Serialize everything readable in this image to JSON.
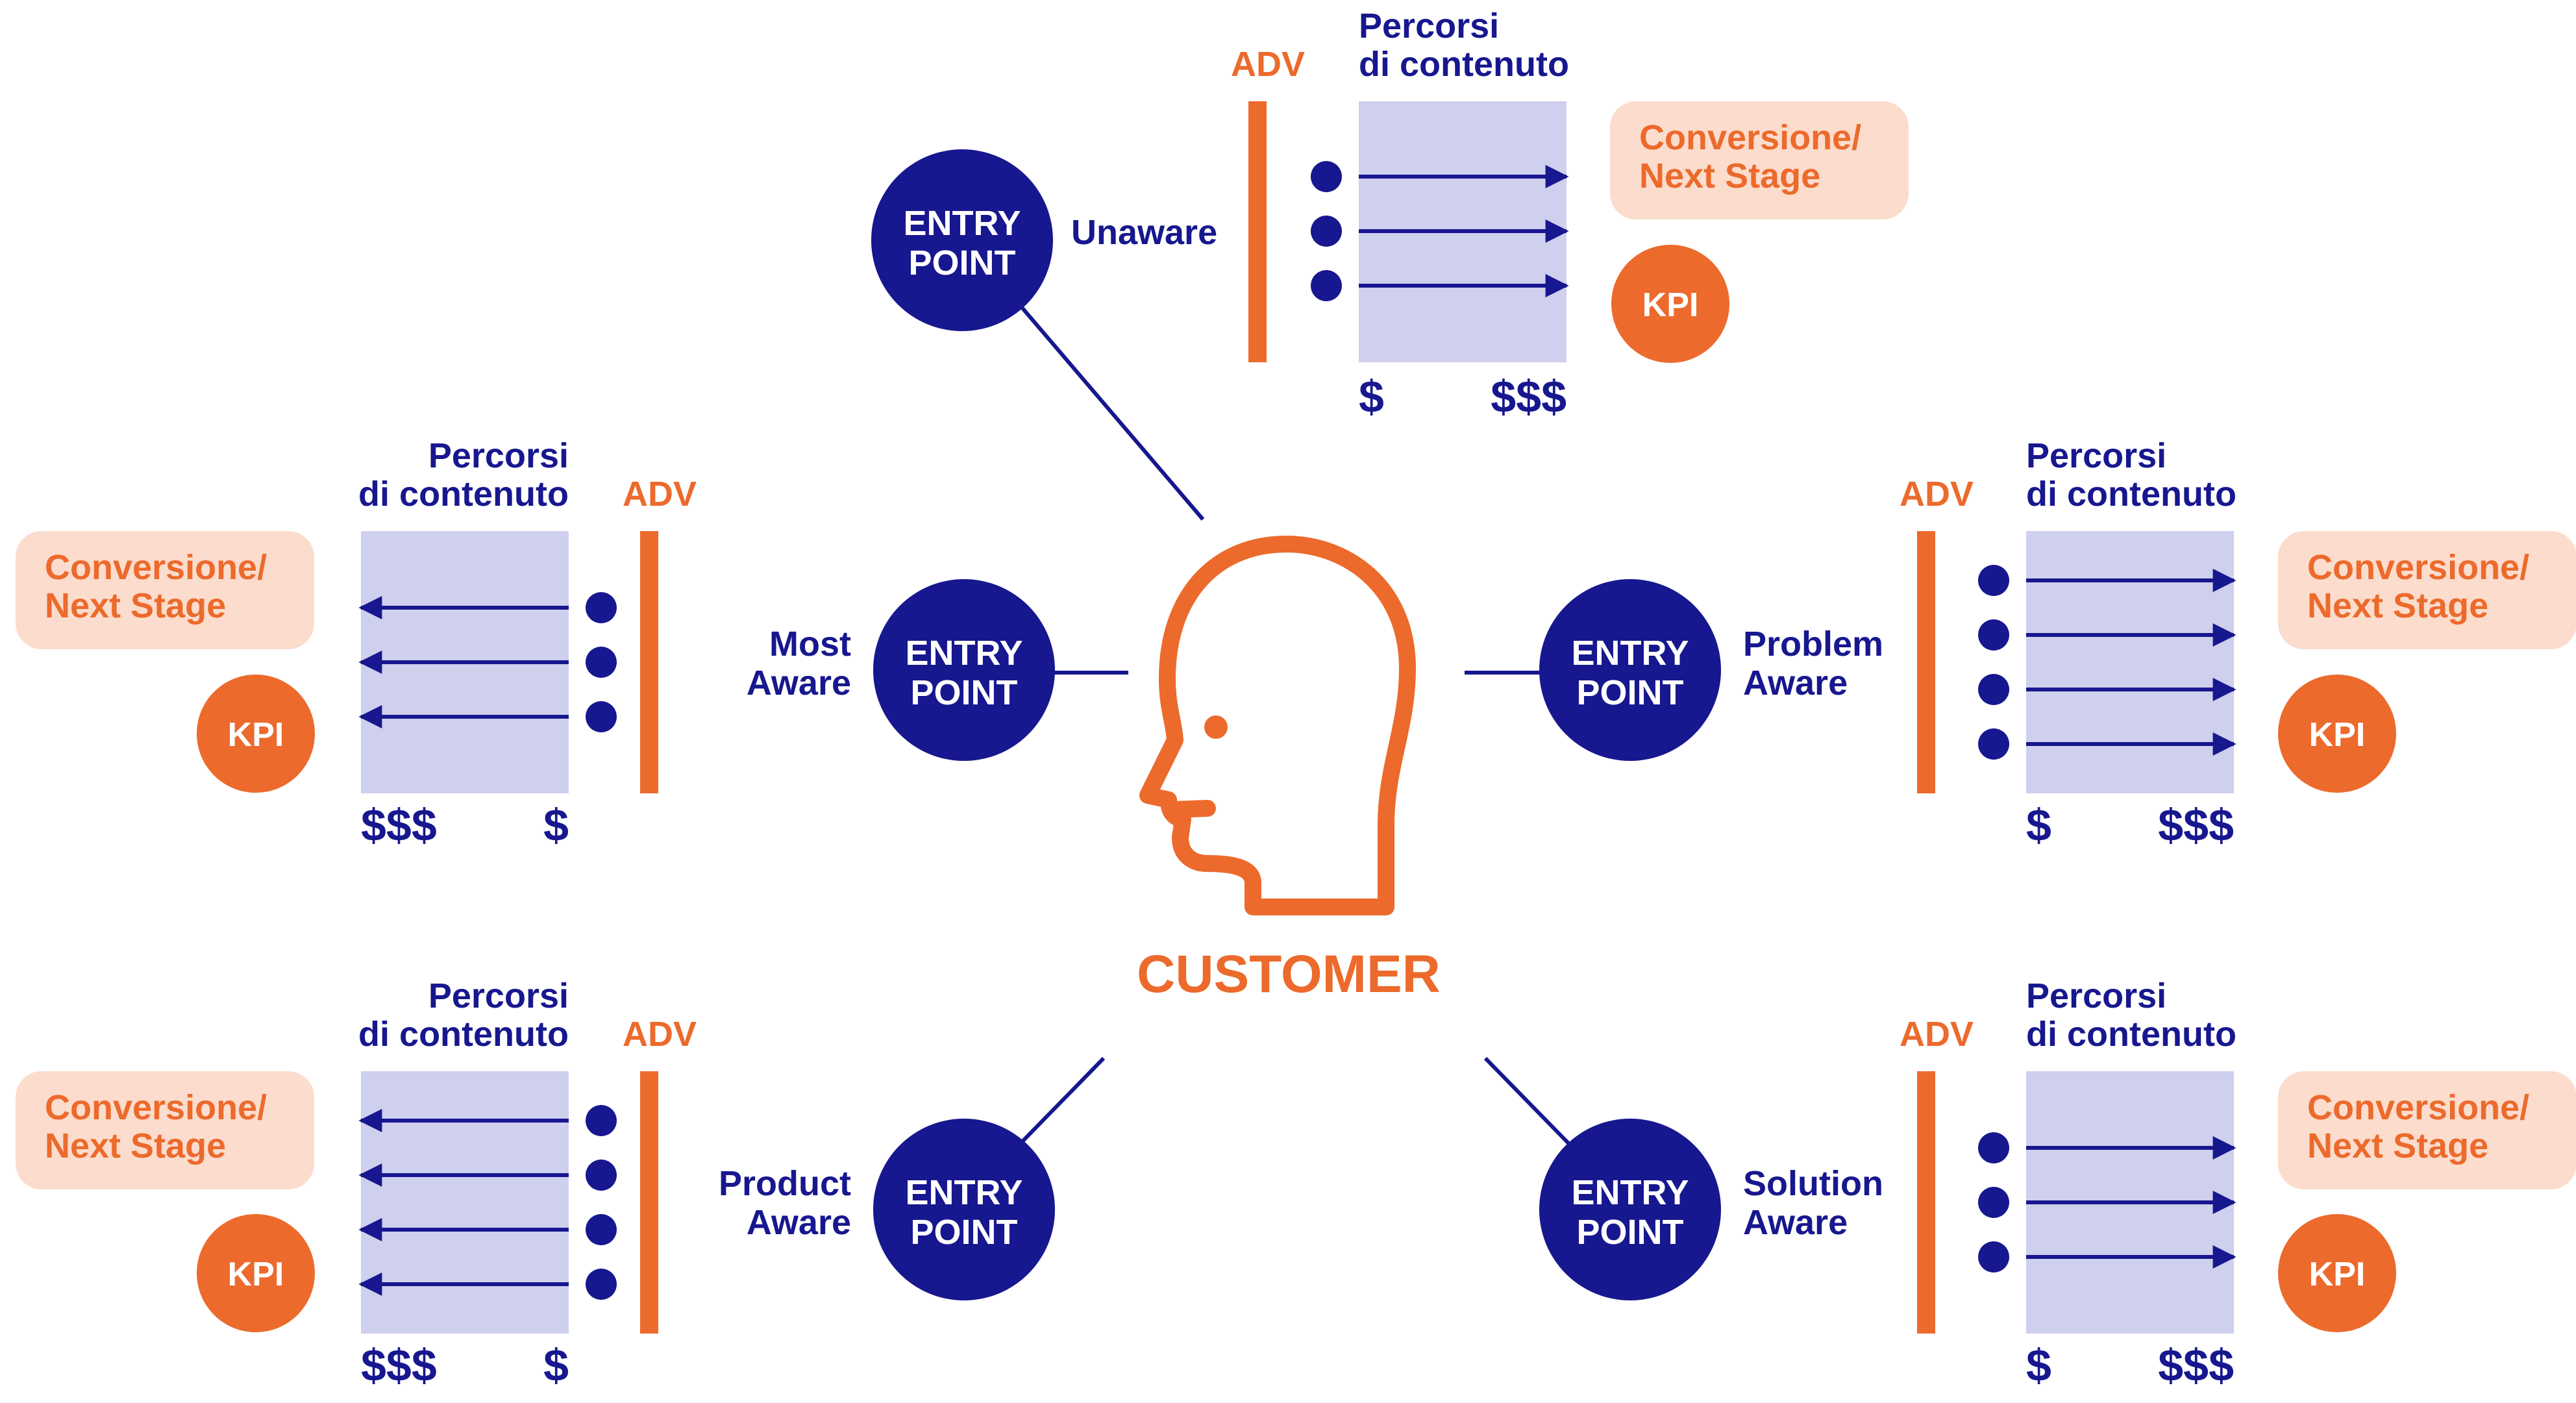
{
  "colors": {
    "navy": "#17178f",
    "orange": "#ec6a2c",
    "lavender": "#cfcfee",
    "peach": "#fbdccd",
    "white": "#ffffff"
  },
  "center": {
    "label": "CUSTOMER",
    "icon": "customer-head-icon"
  },
  "common": {
    "entry_line1": "ENTRY",
    "entry_line2": "POINT",
    "adv": "ADV",
    "paths_line1": "Percorsi",
    "paths_line2": "di contenuto",
    "conversion_line1": "Conversione/",
    "conversion_line2": "Next Stage",
    "kpi": "KPI",
    "price_low": "$",
    "price_high": "$$$"
  },
  "stages": [
    {
      "id": "unaware",
      "label_lines": [
        "Unaware"
      ],
      "direction": "right",
      "path_count": 3
    },
    {
      "id": "most-aware",
      "label_lines": [
        "Most",
        "Aware"
      ],
      "direction": "left",
      "path_count": 3
    },
    {
      "id": "problem-aware",
      "label_lines": [
        "Problem",
        "Aware"
      ],
      "direction": "right",
      "path_count": 4
    },
    {
      "id": "product-aware",
      "label_lines": [
        "Product",
        "Aware"
      ],
      "direction": "left",
      "path_count": 4
    },
    {
      "id": "solution-aware",
      "label_lines": [
        "Solution",
        "Aware"
      ],
      "direction": "right",
      "path_count": 3
    }
  ]
}
